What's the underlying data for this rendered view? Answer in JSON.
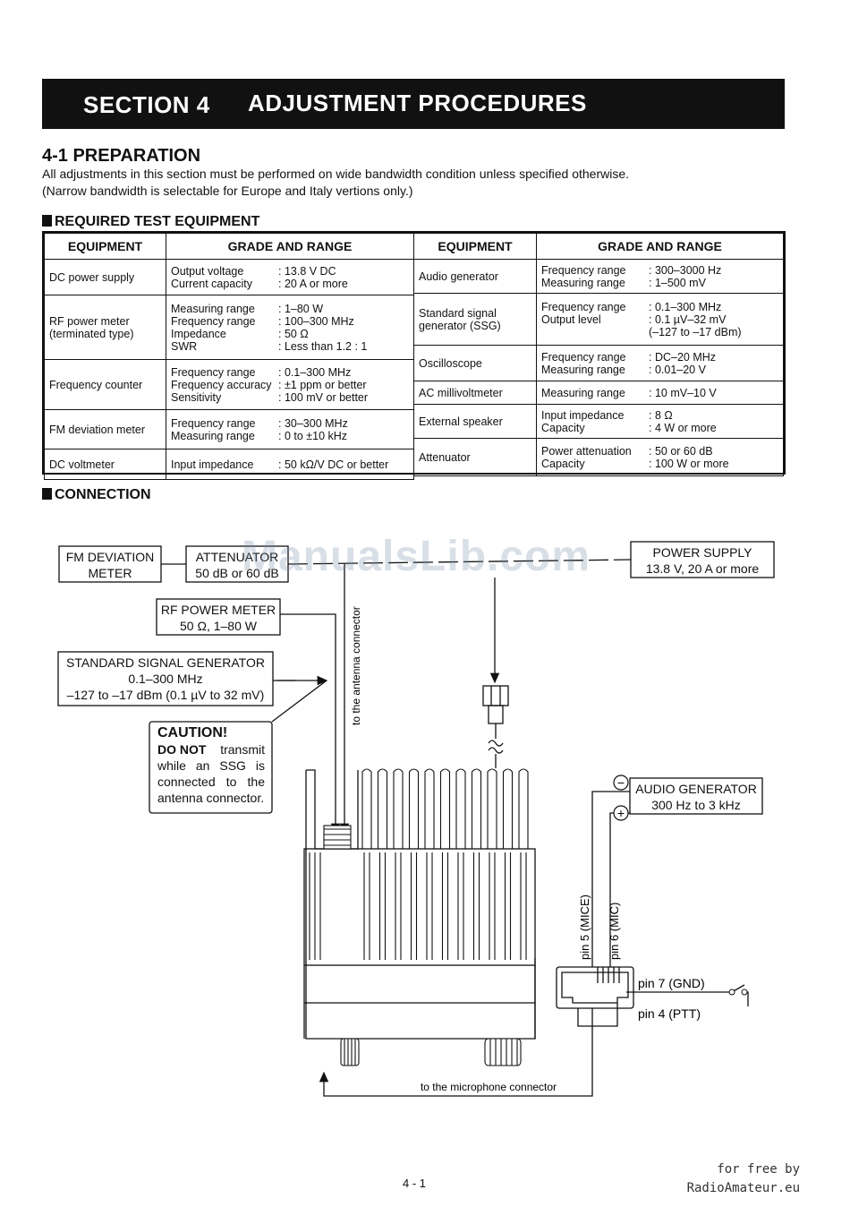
{
  "header": {
    "section": "SECTION 4",
    "title": "ADJUSTMENT PROCEDURES"
  },
  "preparation": {
    "heading": "4-1 PREPARATION",
    "line1": "All adjustments in this section must be performed on wide bandwidth condition unless specified otherwise.",
    "line2": "(Narrow bandwidth is selectable for Europe and Italy vertions only.)"
  },
  "required": {
    "heading": "REQUIRED TEST EQUIPMENT",
    "col_equipment": "EQUIPMENT",
    "col_grade": "GRADE AND RANGE",
    "left": [
      {
        "name": "DC power supply",
        "specs": [
          [
            "Output voltage",
            ": 13.8 V DC"
          ],
          [
            "Current capacity",
            ": 20 A or more"
          ]
        ]
      },
      {
        "name": "RF power meter\n(terminated type)",
        "specs": [
          [
            "Measuring range",
            ": 1–80 W"
          ],
          [
            "Frequency range",
            ": 100–300 MHz"
          ],
          [
            "Impedance",
            ": 50 Ω"
          ],
          [
            "SWR",
            ": Less than 1.2 : 1"
          ]
        ]
      },
      {
        "name": "Frequency counter",
        "specs": [
          [
            "Frequency range",
            ": 0.1–300 MHz"
          ],
          [
            "Frequency accuracy",
            ": ±1 ppm or better"
          ],
          [
            "Sensitivity",
            ": 100 mV or better"
          ]
        ]
      },
      {
        "name": "FM deviation meter",
        "specs": [
          [
            "Frequency range",
            ": 30–300 MHz"
          ],
          [
            "Measuring range",
            ": 0 to ±10 kHz"
          ]
        ]
      },
      {
        "name": "DC voltmeter",
        "specs": [
          [
            "Input impedance",
            ": 50 kΩ/V DC or better"
          ]
        ]
      }
    ],
    "right": [
      {
        "name": "Audio generator",
        "specs": [
          [
            "Frequency range",
            ": 300–3000 Hz"
          ],
          [
            "Measuring range",
            ": 1–500 mV"
          ]
        ]
      },
      {
        "name": "Standard signal\ngenerator (SSG)",
        "specs": [
          [
            "Frequency range",
            ": 0.1–300 MHz"
          ],
          [
            "Output level",
            ": 0.1 µV–32 mV"
          ],
          [
            "",
            "(–127 to –17 dBm)"
          ]
        ]
      },
      {
        "name": "Oscilloscope",
        "specs": [
          [
            "Frequency range",
            ": DC–20 MHz"
          ],
          [
            "Measuring range",
            ": 0.01–20 V"
          ]
        ]
      },
      {
        "name": "AC millivoltmeter",
        "specs": [
          [
            "Measuring range",
            ": 10 mV–10 V"
          ]
        ]
      },
      {
        "name": "External speaker",
        "specs": [
          [
            "Input impedance",
            ": 8 Ω"
          ],
          [
            "Capacity",
            ": 4 W or more"
          ]
        ]
      },
      {
        "name": "Attenuator",
        "specs": [
          [
            "Power attenuation",
            ": 50 or 60 dB"
          ],
          [
            "Capacity",
            ": 100 W or more"
          ]
        ]
      }
    ]
  },
  "connection": {
    "heading": "CONNECTION",
    "fm_deviation": [
      "FM DEVIATION",
      "METER"
    ],
    "attenuator": [
      "ATTENUATOR",
      "50 dB or 60 dB"
    ],
    "power_supply": [
      "POWER SUPPLY",
      "13.8 V, 20 A or more"
    ],
    "rf_power": [
      "RF POWER METER",
      "50 Ω, 1–80 W"
    ],
    "ssg": [
      "STANDARD SIGNAL GENERATOR",
      "0.1–300 MHz",
      "–127 to –17 dBm (0.1 µV to 32 mV)"
    ],
    "caution_title": "CAUTION!",
    "caution_bold": "DO NOT",
    "caution_text": [
      "transmit",
      "while an SSG is",
      "connected to the",
      "antenna connector."
    ],
    "antenna_label": "to the antenna connector",
    "audio_gen": [
      "AUDIO GENERATOR",
      "300 Hz to 3 kHz"
    ],
    "pin5": "pin 5 (MICE)",
    "pin6": "pin 6 (MIC)",
    "pin7": "pin 7 (GND)",
    "pin4": "pin 4 (PTT)",
    "mic_label": "to the microphone connector",
    "minus": "−",
    "plus": "+"
  },
  "footer": {
    "page": "4 - 1",
    "credit1": "for free by",
    "credit2": "RadioAmateur.eu"
  },
  "watermark": "ManualsLib.com"
}
